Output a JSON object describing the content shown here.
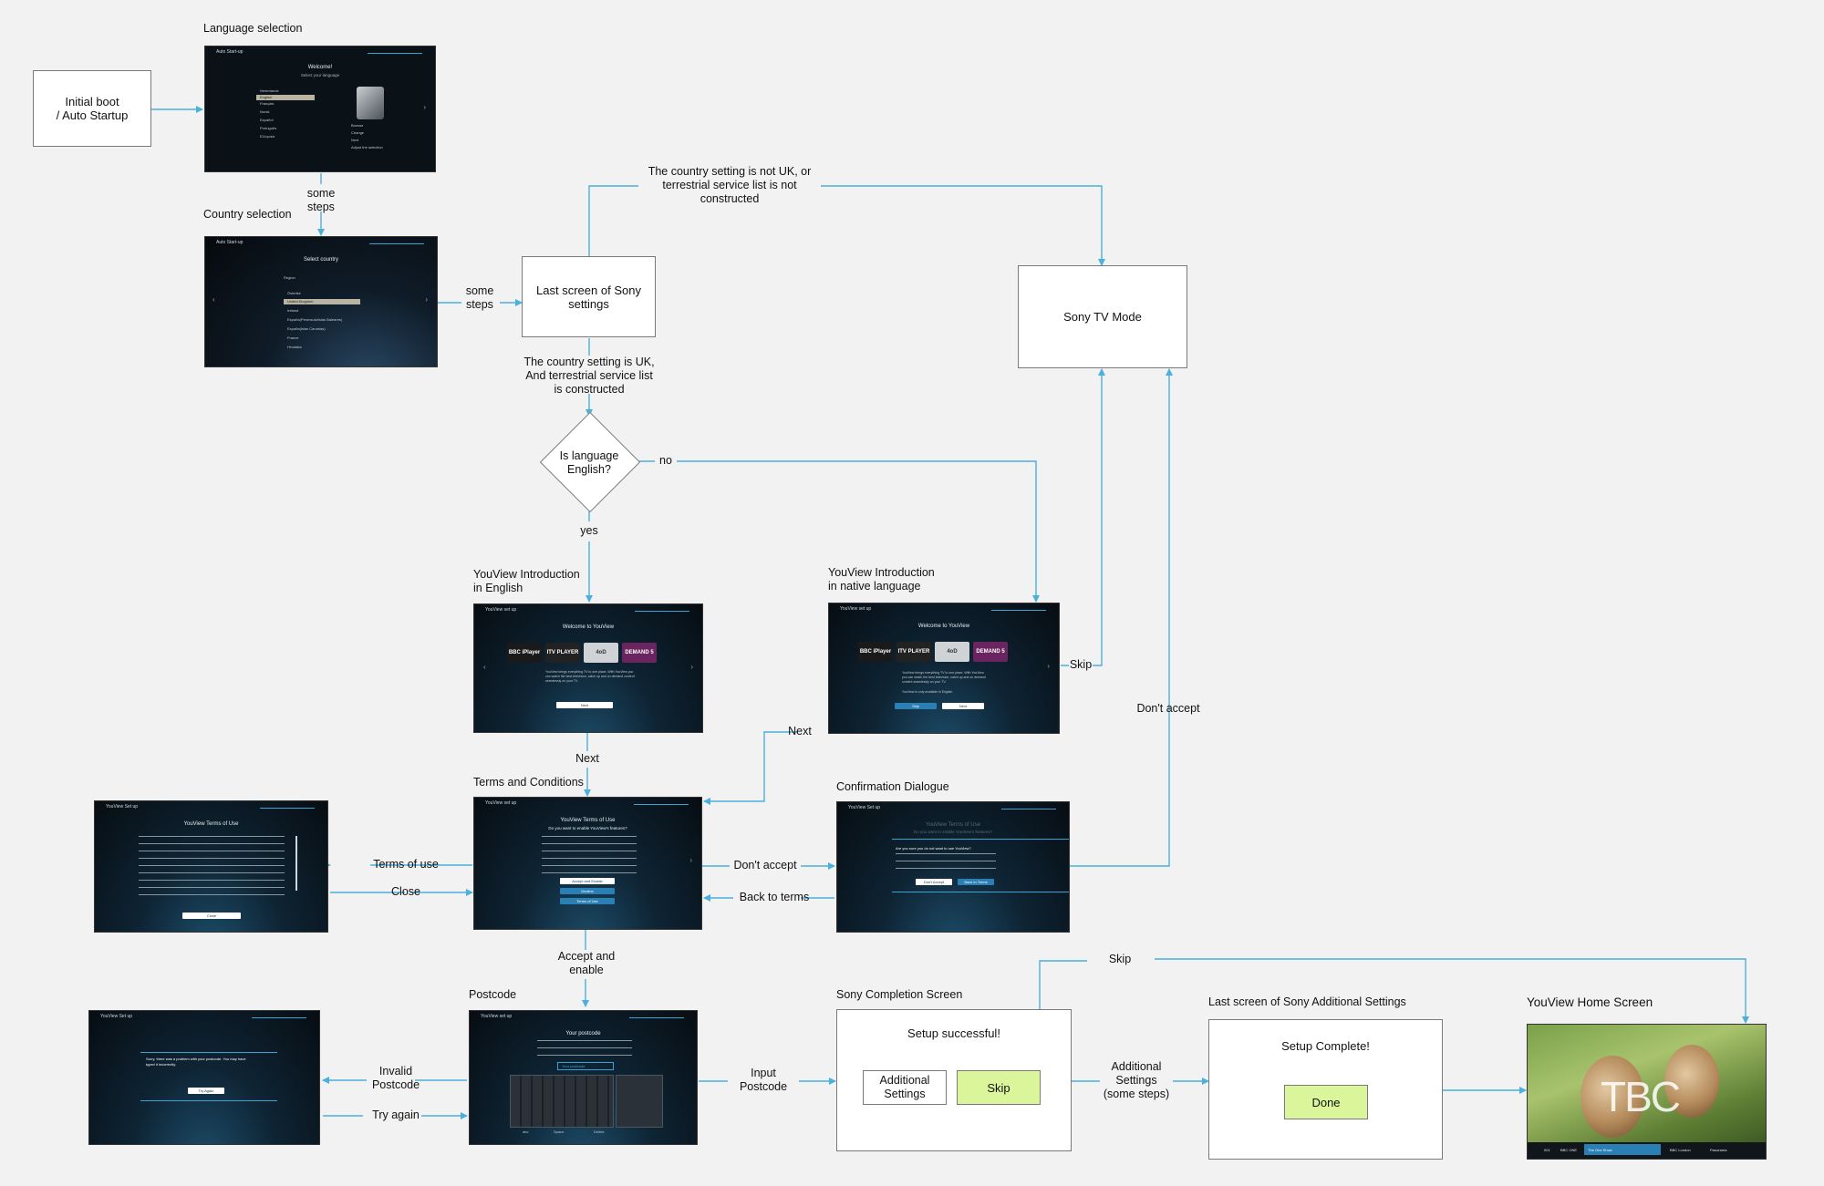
{
  "nodes": {
    "initial_boot": "Initial boot\n/ Auto Startup",
    "last_sony": "Last screen of Sony\nsettings",
    "sony_tv_mode": "Sony TV Mode",
    "is_english": "Is language\nEnglish?",
    "setup_successful": "Setup successful!",
    "additional_settings_btn": "Additional\nSettings",
    "skip_btn": "Skip",
    "setup_complete": "Setup Complete!",
    "done_btn": "Done"
  },
  "titles": {
    "language_selection": "Language selection",
    "country_selection": "Country selection",
    "youview_intro_english": "YouView Introduction\nin English",
    "youview_intro_native": "YouView Introduction\nin native language",
    "terms_conditions": "Terms and Conditions",
    "confirmation_dialogue": "Confirmation Dialogue",
    "postcode": "Postcode",
    "sony_completion": "Sony Completion Screen",
    "last_sony_additional": "Last screen of Sony Additional Settings",
    "youview_home": "YouView Home Screen"
  },
  "edges": {
    "some_steps_1": "some\nsteps",
    "some_steps_2": "some\nsteps",
    "country_not_uk": "The country setting is not UK, or\nterrestrial service list is not\nconstructed",
    "country_uk": "The country setting is UK,\nAnd terrestrial service list\nis constructed",
    "no": "no",
    "yes": "yes",
    "skip_1": "Skip",
    "next_1": "Next",
    "next_2": "Next",
    "dont_accept_1": "Don't accept",
    "terms_of_use": "Terms of use",
    "close": "Close",
    "dont_accept_2": "Don't accept",
    "back_to_terms": "Back to terms",
    "accept_enable": "Accept and\nenable",
    "skip_2": "Skip",
    "invalid_postcode": "Invalid\nPostcode",
    "try_again": "Try again",
    "input_postcode": "Input\nPostcode",
    "additional_settings": "Additional\nSettings\n(some steps)"
  },
  "screens": {
    "lang": {
      "bar": "Auto Start-up",
      "heading": "Welcome!",
      "sub": "Select your language",
      "items": [
        "Nederlands",
        "English",
        "Français",
        "Norsk",
        "Español",
        "Português",
        "Ελληνικά"
      ],
      "hints": [
        "Browse",
        "Change",
        "Next",
        "Adjust the selection"
      ]
    },
    "country": {
      "bar": "Auto Start-up",
      "heading": "Select country",
      "group": "Region",
      "items": [
        "Österike",
        "United Kingdom",
        "Ireland",
        "España(Península/Islas Baleares)",
        "España(Islas Canarias)",
        "France",
        "Hrvatska"
      ]
    },
    "intro_en": {
      "bar": "YouView set up",
      "heading": "Welcome to YouView",
      "logos": [
        "BBC iPlayer",
        "ITV PLAYER",
        "4oD",
        "DEMAND 5"
      ],
      "body": "YouView brings everything TV to one place. With YouView you can watch the best television, catch up and on demand content seamlessly on your TV.",
      "next": "Next"
    },
    "intro_native": {
      "bar": "YouView set up",
      "heading": "Welcome to YouView",
      "body": "YouView brings everything TV to one place. With YouView you can watch the best television, catch up and on demand content seamlessly on your TV.",
      "note": "YouView is only available in English.",
      "skip": "Skip",
      "next": "Next"
    },
    "terms": {
      "bar": "YouView set up",
      "heading": "YouView Terms of Use",
      "sub": "Do you want to enable YouView's features?",
      "btn1": "Accept and Enable",
      "btn2": "Decline",
      "btn3": "Terms of Use"
    },
    "terms_of_use": {
      "bar": "YouView Set up",
      "heading": "YouView Terms of Use",
      "close": "Close"
    },
    "confirm": {
      "bar": "YouView Set up",
      "heading": "YouView Terms of Use",
      "sub": "Do you want to enable YouView's features?",
      "q": "Are you sure you do not want to use YouView?",
      "btn1": "Don't Accept",
      "btn2": "Back to Terms"
    },
    "postcode": {
      "bar": "YouView set up",
      "heading": "Your postcode",
      "field": "Your postcode",
      "keys": [
        "abc",
        "Space",
        "Delete"
      ]
    },
    "invalid": {
      "bar": "YouView Set up",
      "msg": "Sorry, there was a problem with your postcode. You may have typed it incorrectly.",
      "btn": "Try Again"
    },
    "home": {
      "overlay": "TBC",
      "channels": [
        "001",
        "BBC ONE",
        "The One Show",
        "BBC London",
        "Panorama"
      ]
    }
  }
}
